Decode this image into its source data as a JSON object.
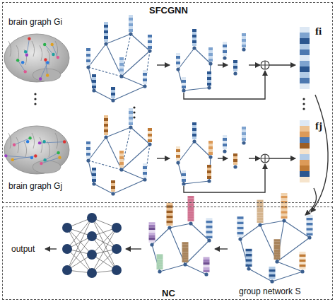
{
  "diagram": {
    "nodes": [
      {
        "text": [
          "SFCGNN"
        ]
      },
      {
        "text": [
          "NC"
        ]
      }
    ],
    "labels": [
      "brain graph Gi",
      "brain graph Gj",
      "fi",
      "fj",
      "group network S",
      "output"
    ]
  }
}
